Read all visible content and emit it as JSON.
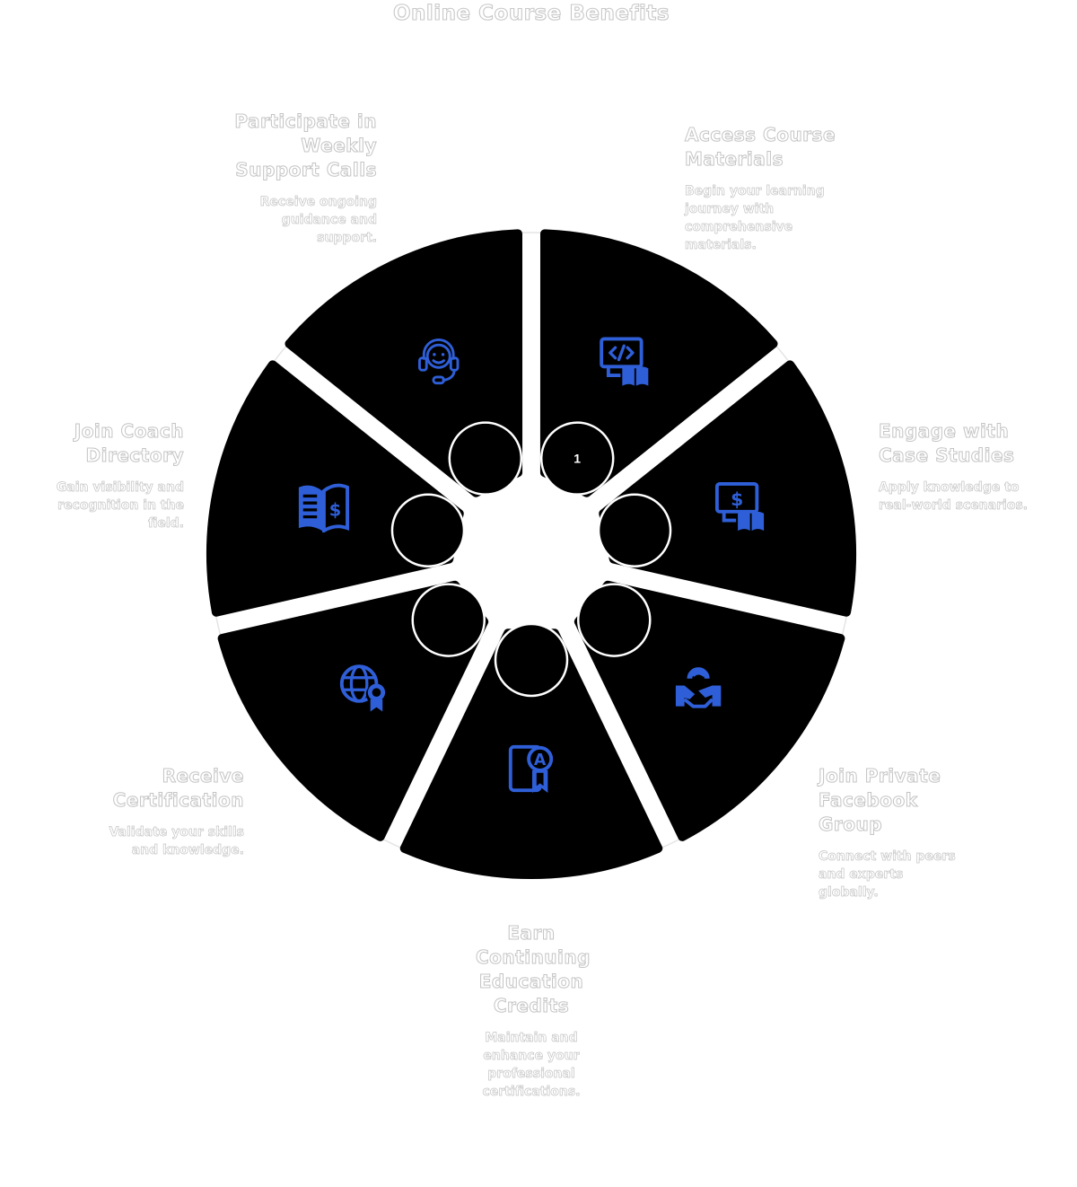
{
  "title": "Online Course Benefits",
  "accent_color": "#2f5fd8",
  "segment_color": "#000000",
  "active_marker": "1",
  "items": [
    {
      "title": "Access Course Materials",
      "description": "Begin your learning journey with comprehensive materials.",
      "icon": "code-book-monitor-icon"
    },
    {
      "title": "Engage with Case Studies",
      "description": "Apply knowledge to real-world scenarios.",
      "icon": "dollar-book-monitor-icon"
    },
    {
      "title": "Join Private Facebook Group",
      "description": "Connect with peers and experts globally.",
      "icon": "handshake-icon"
    },
    {
      "title": "Earn Continuing Education Credits",
      "description": "Maintain and enhance your professional certifications.",
      "icon": "tablet-award-icon"
    },
    {
      "title": "Receive Certification",
      "description": "Validate your skills and knowledge.",
      "icon": "globe-award-icon"
    },
    {
      "title": "Join Coach Directory",
      "description": "Gain visibility and recognition in the field.",
      "icon": "dollar-book-icon"
    },
    {
      "title": "Participate in Weekly Support Calls",
      "description": "Receive ongoing guidance and support.",
      "icon": "headset-support-icon"
    }
  ]
}
